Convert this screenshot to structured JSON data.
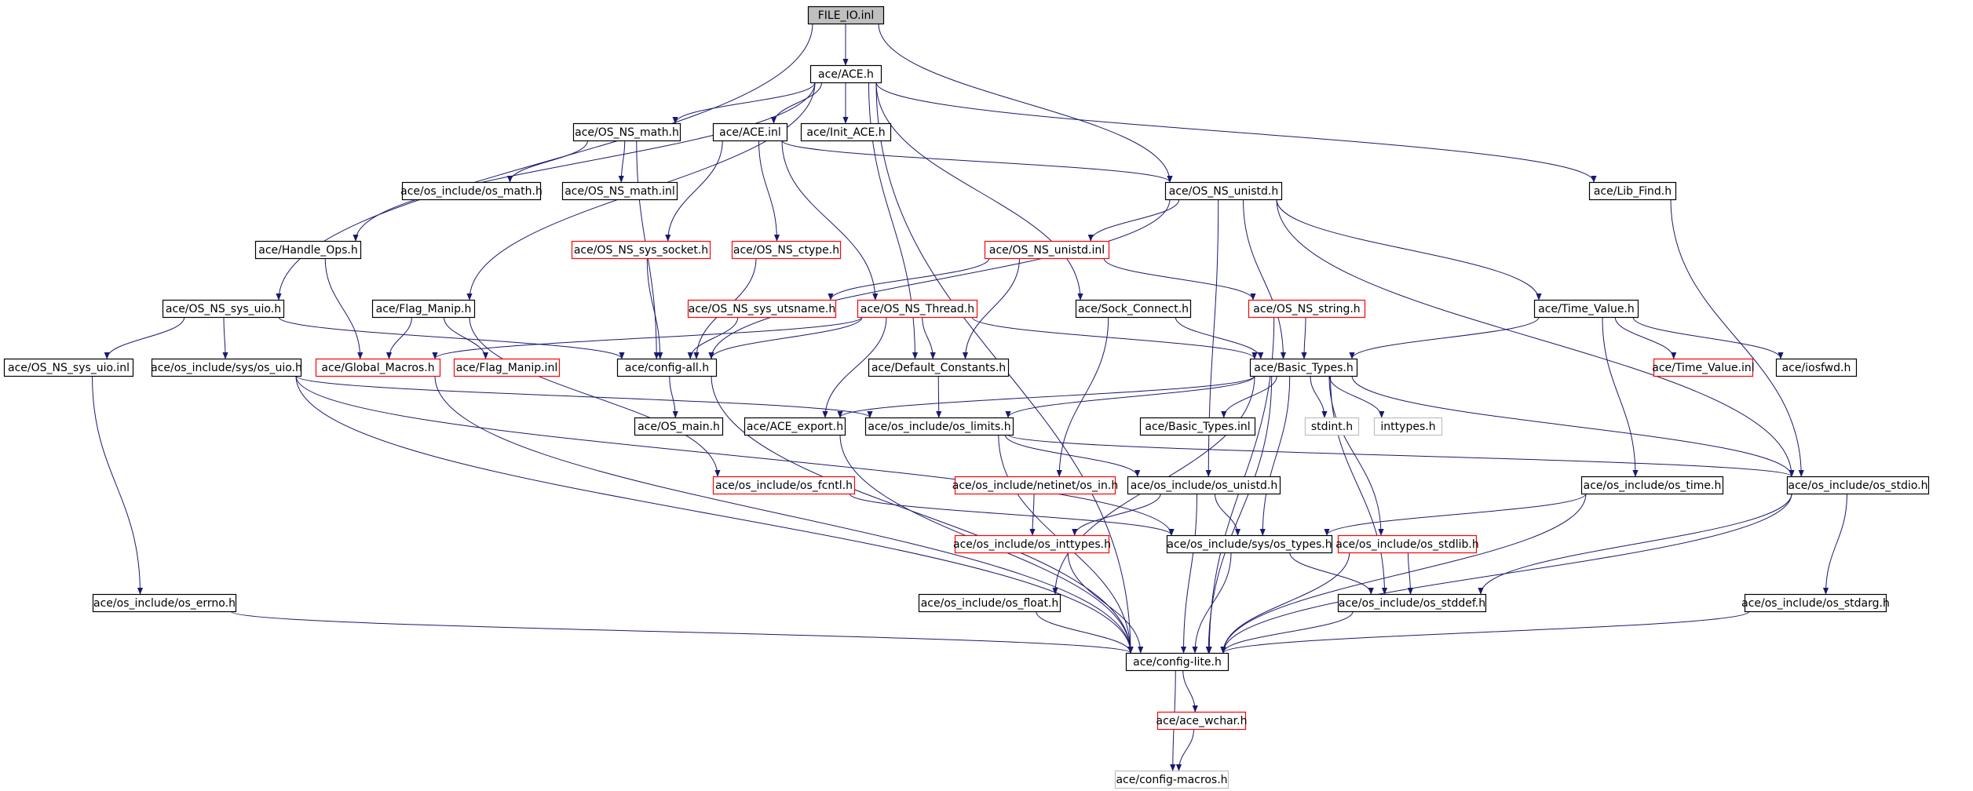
{
  "colors": {
    "node_border": "#000000",
    "node_border_red": "#ff0000",
    "node_border_gray": "#bfbfbf",
    "root_fill": "#bfbfbf",
    "edge": "#191970"
  },
  "nodes": [
    {
      "id": "file_io_inl",
      "label": "FILE_IO.inl",
      "style": "root"
    },
    {
      "id": "ace_h",
      "label": "ace/ACE.h",
      "style": "normal"
    },
    {
      "id": "os_ns_math_h",
      "label": "ace/OS_NS_math.h",
      "style": "normal"
    },
    {
      "id": "ace_inl",
      "label": "ace/ACE.inl",
      "style": "normal"
    },
    {
      "id": "init_ace_h",
      "label": "ace/Init_ACE.h",
      "style": "normal"
    },
    {
      "id": "os_math_h",
      "label": "ace/os_include/os_math.h",
      "style": "normal"
    },
    {
      "id": "os_ns_math_inl",
      "label": "ace/OS_NS_math.inl",
      "style": "normal"
    },
    {
      "id": "os_ns_unistd_h",
      "label": "ace/OS_NS_unistd.h",
      "style": "normal"
    },
    {
      "id": "lib_find_h",
      "label": "ace/Lib_Find.h",
      "style": "normal"
    },
    {
      "id": "handle_ops_h",
      "label": "ace/Handle_Ops.h",
      "style": "normal"
    },
    {
      "id": "os_ns_sys_socket_h",
      "label": "ace/OS_NS_sys_socket.h",
      "style": "red"
    },
    {
      "id": "os_ns_ctype_h",
      "label": "ace/OS_NS_ctype.h",
      "style": "red"
    },
    {
      "id": "os_ns_unistd_inl",
      "label": "ace/OS_NS_unistd.inl",
      "style": "red"
    },
    {
      "id": "os_ns_sys_uio_h",
      "label": "ace/OS_NS_sys_uio.h",
      "style": "normal"
    },
    {
      "id": "flag_manip_h",
      "label": "ace/Flag_Manip.h",
      "style": "normal"
    },
    {
      "id": "os_ns_sys_utsname_h",
      "label": "ace/OS_NS_sys_utsname.h",
      "style": "red"
    },
    {
      "id": "os_ns_thread_h",
      "label": "ace/OS_NS_Thread.h",
      "style": "red"
    },
    {
      "id": "sock_connect_h",
      "label": "ace/Sock_Connect.h",
      "style": "normal"
    },
    {
      "id": "os_ns_string_h",
      "label": "ace/OS_NS_string.h",
      "style": "red"
    },
    {
      "id": "time_value_h",
      "label": "ace/Time_Value.h",
      "style": "normal"
    },
    {
      "id": "os_ns_sys_uio_inl",
      "label": "ace/OS_NS_sys_uio.inl",
      "style": "normal"
    },
    {
      "id": "sys_os_uio_h",
      "label": "ace/os_include/sys/os_uio.h",
      "style": "normal"
    },
    {
      "id": "global_macros_h",
      "label": "ace/Global_Macros.h",
      "style": "red"
    },
    {
      "id": "flag_manip_inl",
      "label": "ace/Flag_Manip.inl",
      "style": "red"
    },
    {
      "id": "config_all_h",
      "label": "ace/config-all.h",
      "style": "normal"
    },
    {
      "id": "default_constants_h",
      "label": "ace/Default_Constants.h",
      "style": "normal"
    },
    {
      "id": "basic_types_h",
      "label": "ace/Basic_Types.h",
      "style": "normal"
    },
    {
      "id": "time_value_inl",
      "label": "ace/Time_Value.inl",
      "style": "red"
    },
    {
      "id": "iosfwd_h",
      "label": "ace/iosfwd.h",
      "style": "normal"
    },
    {
      "id": "os_main_h",
      "label": "ace/OS_main.h",
      "style": "normal"
    },
    {
      "id": "ace_export_h",
      "label": "ace/ACE_export.h",
      "style": "normal"
    },
    {
      "id": "os_limits_h",
      "label": "ace/os_include/os_limits.h",
      "style": "normal"
    },
    {
      "id": "basic_types_inl",
      "label": "ace/Basic_Types.inl",
      "style": "normal"
    },
    {
      "id": "stdint_h",
      "label": "stdint.h",
      "style": "gray"
    },
    {
      "id": "inttypes_h",
      "label": "inttypes.h",
      "style": "gray"
    },
    {
      "id": "os_fcntl_h",
      "label": "ace/os_include/os_fcntl.h",
      "style": "red"
    },
    {
      "id": "netinet_os_in_h",
      "label": "ace/os_include/netinet/os_in.h",
      "style": "red"
    },
    {
      "id": "os_unistd_h",
      "label": "ace/os_include/os_unistd.h",
      "style": "normal"
    },
    {
      "id": "os_time_h",
      "label": "ace/os_include/os_time.h",
      "style": "normal"
    },
    {
      "id": "os_stdio_h",
      "label": "ace/os_include/os_stdio.h",
      "style": "normal"
    },
    {
      "id": "os_inttypes_h",
      "label": "ace/os_include/os_inttypes.h",
      "style": "red"
    },
    {
      "id": "sys_os_types_h",
      "label": "ace/os_include/sys/os_types.h",
      "style": "normal"
    },
    {
      "id": "os_stdlib_h",
      "label": "ace/os_include/os_stdlib.h",
      "style": "red"
    },
    {
      "id": "os_errno_h",
      "label": "ace/os_include/os_errno.h",
      "style": "normal"
    },
    {
      "id": "os_float_h",
      "label": "ace/os_include/os_float.h",
      "style": "normal"
    },
    {
      "id": "os_stddef_h",
      "label": "ace/os_include/os_stddef.h",
      "style": "normal"
    },
    {
      "id": "os_stdarg_h",
      "label": "ace/os_include/os_stdarg.h",
      "style": "normal"
    },
    {
      "id": "config_lite_h",
      "label": "ace/config-lite.h",
      "style": "normal"
    },
    {
      "id": "ace_wchar_h",
      "label": "ace/ace_wchar.h",
      "style": "red"
    },
    {
      "id": "config_macros_h",
      "label": "ace/config-macros.h",
      "style": "gray"
    }
  ],
  "edges": [
    [
      "file_io_inl",
      "ace_h"
    ],
    [
      "file_io_inl",
      "os_ns_sys_uio_h"
    ],
    [
      "file_io_inl",
      "os_ns_unistd_h"
    ],
    [
      "ace_h",
      "os_ns_math_h"
    ],
    [
      "ace_h",
      "ace_inl"
    ],
    [
      "ace_h",
      "init_ace_h"
    ],
    [
      "ace_h",
      "lib_find_h"
    ],
    [
      "ace_h",
      "handle_ops_h"
    ],
    [
      "ace_h",
      "flag_manip_h"
    ],
    [
      "ace_h",
      "sock_connect_h"
    ],
    [
      "ace_h",
      "default_constants_h"
    ],
    [
      "ace_h",
      "config_lite_h"
    ],
    [
      "os_ns_math_h",
      "os_math_h"
    ],
    [
      "os_ns_math_h",
      "os_ns_math_inl"
    ],
    [
      "os_ns_math_h",
      "config_all_h"
    ],
    [
      "ace_inl",
      "os_ns_unistd_h"
    ],
    [
      "ace_inl",
      "os_ns_sys_socket_h"
    ],
    [
      "ace_inl",
      "os_ns_ctype_h"
    ],
    [
      "ace_inl",
      "os_ns_thread_h"
    ],
    [
      "os_ns_unistd_h",
      "os_ns_unistd_inl"
    ],
    [
      "os_ns_unistd_h",
      "config_all_h"
    ],
    [
      "os_ns_unistd_h",
      "basic_types_h"
    ],
    [
      "os_ns_unistd_h",
      "time_value_h"
    ],
    [
      "os_ns_unistd_h",
      "os_stdio_h"
    ],
    [
      "os_ns_unistd_h",
      "os_unistd_h"
    ],
    [
      "lib_find_h",
      "os_stdio_h"
    ],
    [
      "handle_ops_h",
      "global_macros_h"
    ],
    [
      "os_ns_sys_socket_h",
      "config_all_h"
    ],
    [
      "os_ns_ctype_h",
      "config_all_h"
    ],
    [
      "os_ns_unistd_inl",
      "os_ns_sys_utsname_h"
    ],
    [
      "os_ns_unistd_inl",
      "os_ns_string_h"
    ],
    [
      "os_ns_unistd_inl",
      "default_constants_h"
    ],
    [
      "os_ns_sys_uio_h",
      "os_ns_sys_uio_inl"
    ],
    [
      "os_ns_sys_uio_h",
      "sys_os_uio_h"
    ],
    [
      "os_ns_sys_uio_h",
      "config_all_h"
    ],
    [
      "flag_manip_h",
      "global_macros_h"
    ],
    [
      "flag_manip_h",
      "flag_manip_inl"
    ],
    [
      "flag_manip_h",
      "os_fcntl_h"
    ],
    [
      "os_ns_sys_utsname_h",
      "config_all_h"
    ],
    [
      "os_ns_thread_h",
      "config_all_h"
    ],
    [
      "os_ns_thread_h",
      "global_macros_h"
    ],
    [
      "os_ns_thread_h",
      "default_constants_h"
    ],
    [
      "os_ns_thread_h",
      "basic_types_h"
    ],
    [
      "os_ns_thread_h",
      "ace_export_h"
    ],
    [
      "sock_connect_h",
      "basic_types_h"
    ],
    [
      "sock_connect_h",
      "netinet_os_in_h"
    ],
    [
      "os_ns_string_h",
      "basic_types_h"
    ],
    [
      "os_ns_string_h",
      "config_lite_h"
    ],
    [
      "time_value_h",
      "basic_types_h"
    ],
    [
      "time_value_h",
      "time_value_inl"
    ],
    [
      "time_value_h",
      "iosfwd_h"
    ],
    [
      "time_value_h",
      "os_time_h"
    ],
    [
      "os_ns_sys_uio_inl",
      "os_errno_h"
    ],
    [
      "sys_os_uio_h",
      "os_limits_h"
    ],
    [
      "sys_os_uio_h",
      "sys_os_types_h"
    ],
    [
      "sys_os_uio_h",
      "config_lite_h"
    ],
    [
      "global_macros_h",
      "config_lite_h"
    ],
    [
      "config_all_h",
      "os_main_h"
    ],
    [
      "config_all_h",
      "config_lite_h"
    ],
    [
      "default_constants_h",
      "os_limits_h"
    ],
    [
      "basic_types_h",
      "ace_export_h"
    ],
    [
      "basic_types_h",
      "os_limits_h"
    ],
    [
      "basic_types_h",
      "basic_types_inl"
    ],
    [
      "basic_types_h",
      "stdint_h"
    ],
    [
      "basic_types_h",
      "inttypes_h"
    ],
    [
      "basic_types_h",
      "os_float_h"
    ],
    [
      "basic_types_h",
      "sys_os_types_h"
    ],
    [
      "basic_types_h",
      "os_stdlib_h"
    ],
    [
      "basic_types_h",
      "os_stddef_h"
    ],
    [
      "basic_types_h",
      "config_lite_h"
    ],
    [
      "basic_types_h",
      "os_stdio_h"
    ],
    [
      "ace_export_h",
      "config_lite_h"
    ],
    [
      "os_limits_h",
      "os_unistd_h"
    ],
    [
      "os_limits_h",
      "os_stdio_h"
    ],
    [
      "os_limits_h",
      "config_lite_h"
    ],
    [
      "os_fcntl_h",
      "sys_os_types_h"
    ],
    [
      "netinet_os_in_h",
      "os_inttypes_h"
    ],
    [
      "os_unistd_h",
      "os_inttypes_h"
    ],
    [
      "os_unistd_h",
      "sys_os_types_h"
    ],
    [
      "os_unistd_h",
      "config_lite_h"
    ],
    [
      "os_time_h",
      "sys_os_types_h"
    ],
    [
      "os_time_h",
      "config_lite_h"
    ],
    [
      "os_stdio_h",
      "os_stddef_h"
    ],
    [
      "os_stdio_h",
      "os_stdarg_h"
    ],
    [
      "os_stdio_h",
      "config_lite_h"
    ],
    [
      "os_inttypes_h",
      "config_lite_h"
    ],
    [
      "sys_os_types_h",
      "os_stddef_h"
    ],
    [
      "sys_os_types_h",
      "config_lite_h"
    ],
    [
      "os_stdlib_h",
      "os_stddef_h"
    ],
    [
      "os_stdlib_h",
      "config_lite_h"
    ],
    [
      "os_errno_h",
      "config_lite_h"
    ],
    [
      "os_float_h",
      "config_lite_h"
    ],
    [
      "os_stddef_h",
      "config_lite_h"
    ],
    [
      "os_stdarg_h",
      "config_lite_h"
    ],
    [
      "config_lite_h",
      "ace_wchar_h"
    ],
    [
      "config_lite_h",
      "config_macros_h"
    ],
    [
      "ace_wchar_h",
      "config_macros_h"
    ]
  ]
}
